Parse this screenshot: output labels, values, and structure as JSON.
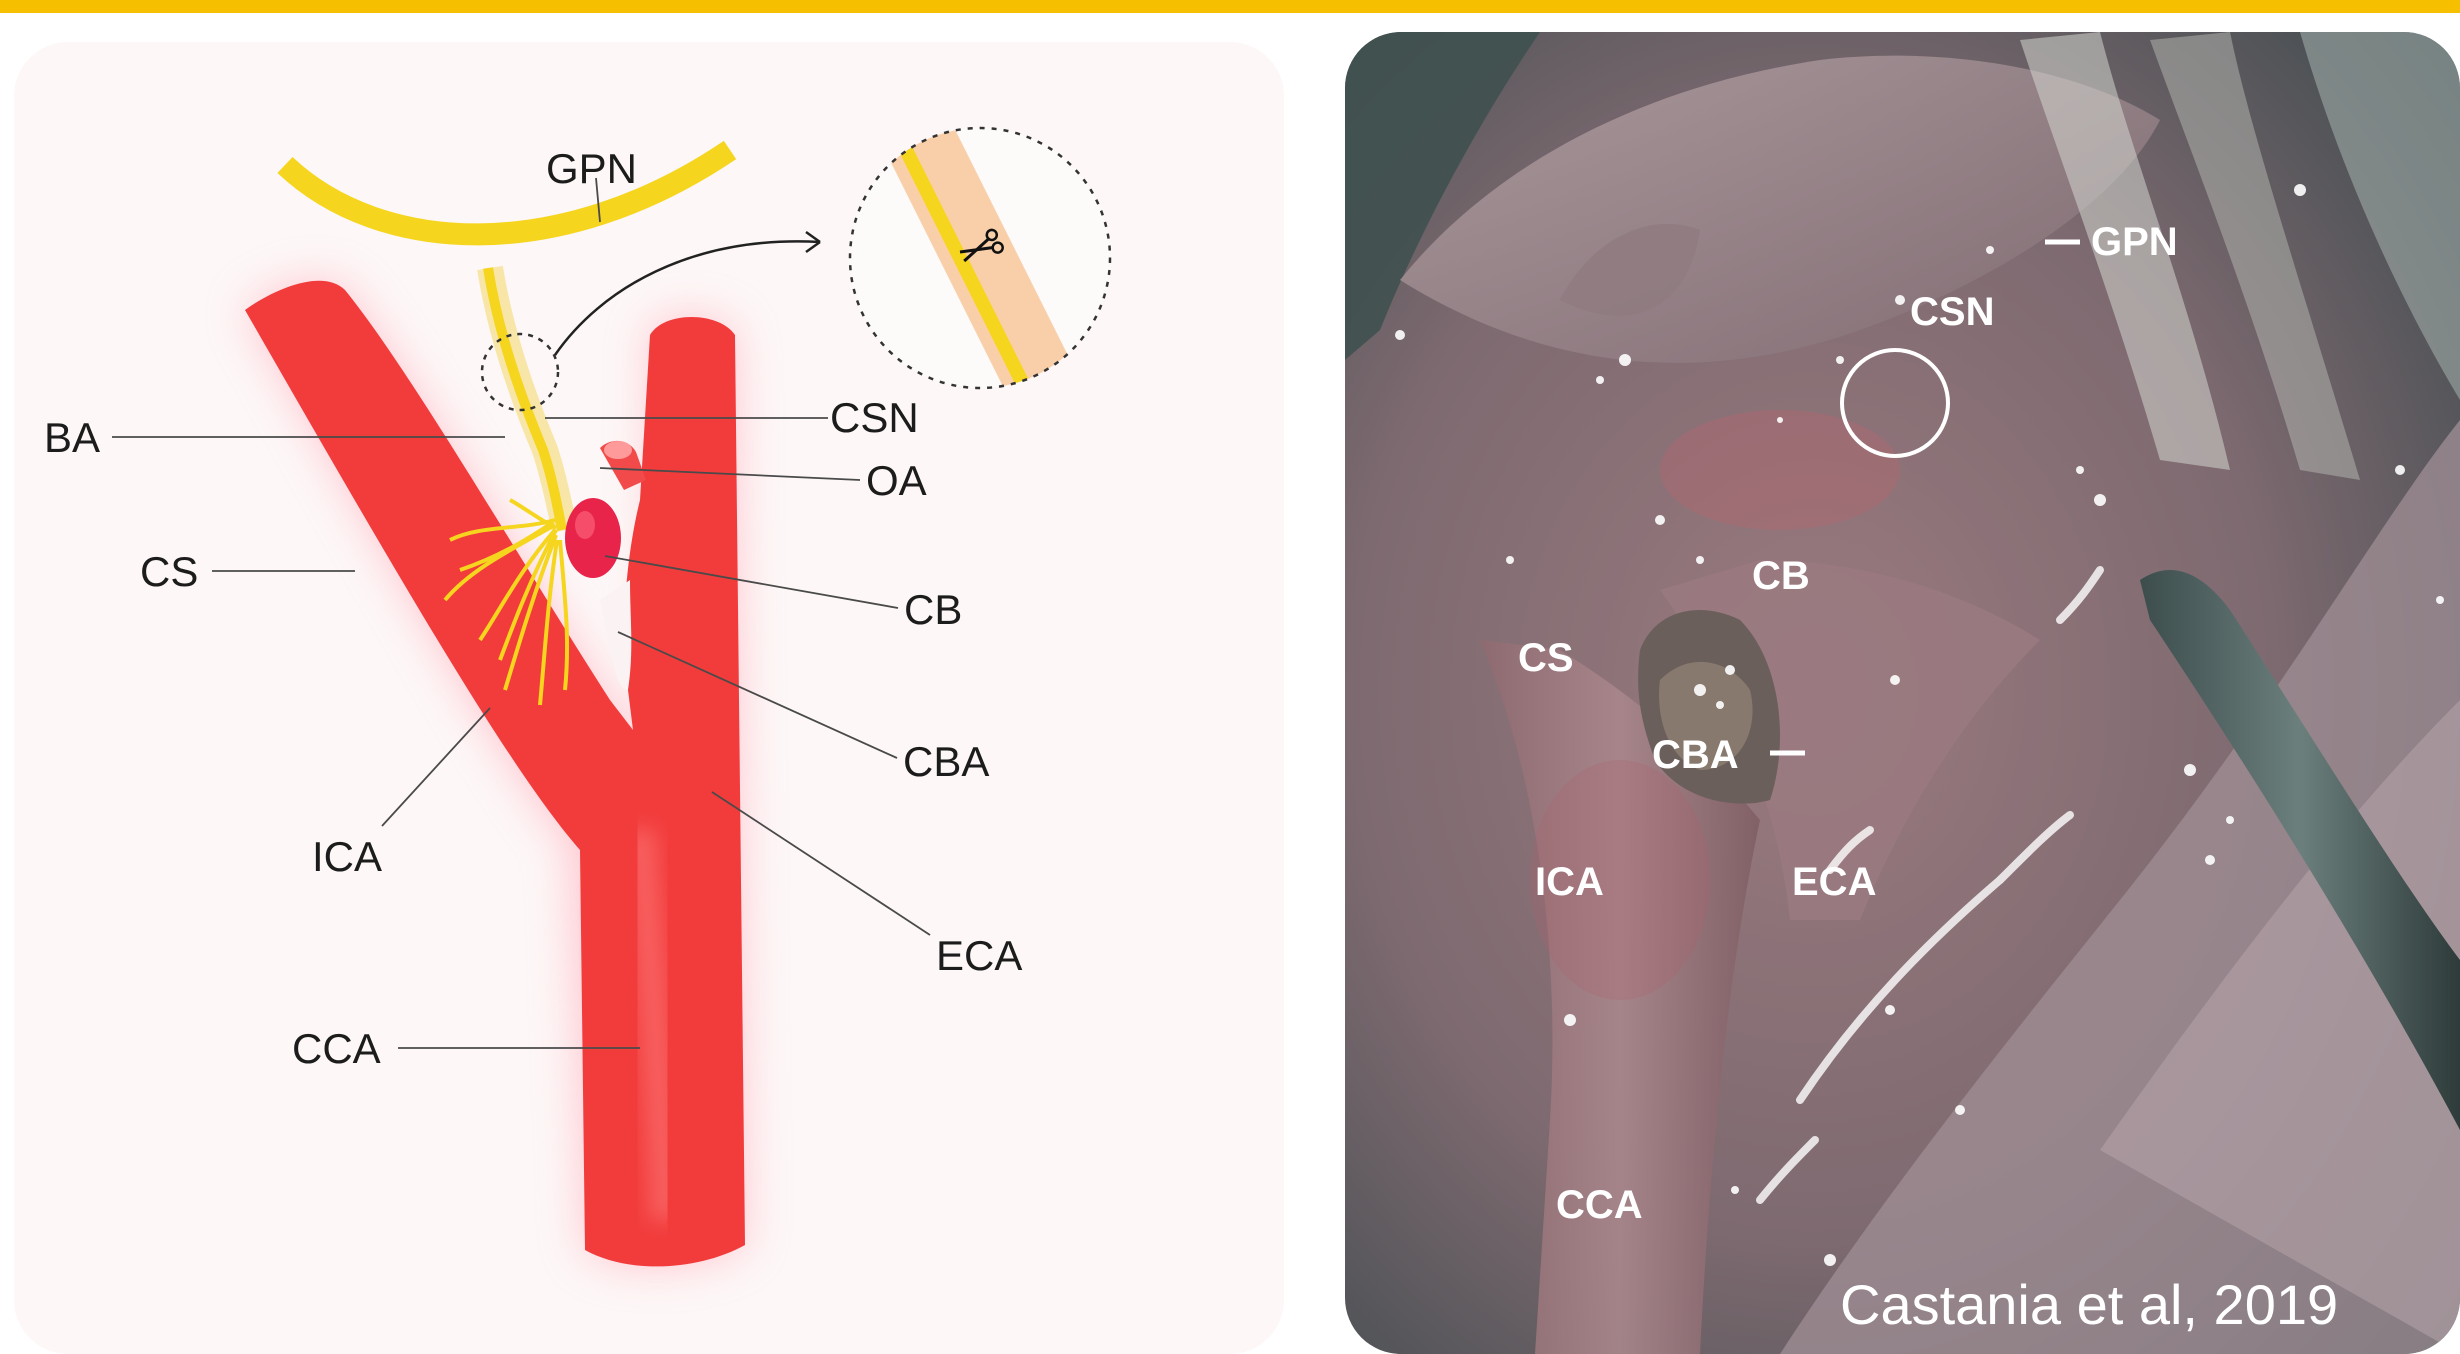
{
  "diagram": {
    "labels": {
      "gpn": "GPN",
      "ba": "BA",
      "csn": "CSN",
      "oa": "OA",
      "cs": "CS",
      "cb": "CB",
      "cba": "CBA",
      "ica": "ICA",
      "eca": "ECA",
      "cca": "CCA"
    }
  },
  "photo": {
    "labels": {
      "gpn": "GPN",
      "csn": "CSN",
      "cb": "CB",
      "cs": "CS",
      "cba": "CBA",
      "ica": "ICA",
      "eca": "ECA",
      "cca": "CCA"
    },
    "citation": "Castania et al, 2019"
  },
  "colors": {
    "accent_bar": "#f6bf00",
    "artery": "#f23c3c",
    "nerve": "#f5d51e",
    "carotid_body": "#e8244a"
  }
}
